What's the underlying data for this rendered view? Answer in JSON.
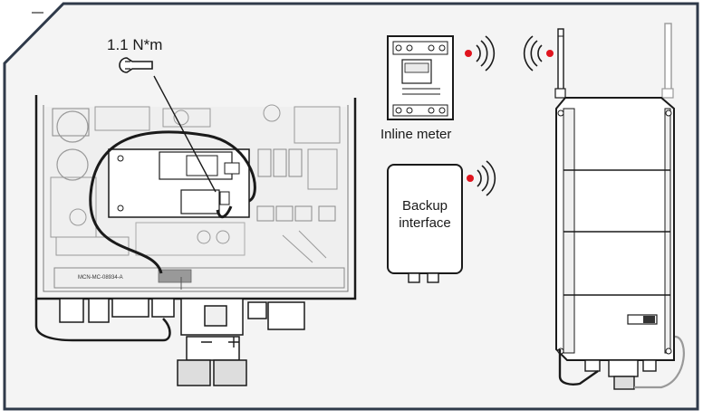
{
  "labels": {
    "torque": "1.1 N*m",
    "inline_meter": "Inline meter",
    "backup_interface": "Backup\ninterface",
    "model_text": "MCN-MC-08934-A"
  },
  "icons": [
    "wrench-icon",
    "wireless-signal-icon",
    "antenna-icon"
  ],
  "colors": {
    "signal_dot": "#e0141e",
    "frame": "#2f3a4a",
    "background": "#f4f4f4",
    "line": "#1a1a1a"
  }
}
